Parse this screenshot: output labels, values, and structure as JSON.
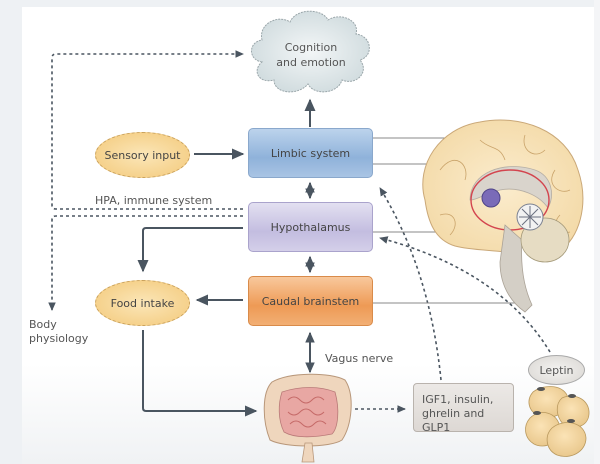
{
  "diagram": {
    "nodes": {
      "cognition": {
        "line1": "Cognition",
        "line2": "and emotion"
      },
      "sensory_input": "Sensory input",
      "limbic_system": "Limbic system",
      "hypothalamus": "Hypothalamus",
      "caudal_brainstem": "Caudal brainstem",
      "food_intake": "Food intake",
      "hormones": {
        "line1": "IGF1, insulin,",
        "line2": "ghrelin and GLP1"
      },
      "leptin": "Leptin"
    },
    "labels": {
      "hpa": "HPA, immune system",
      "body_physiology_1": "Body",
      "body_physiology_2": "physiology",
      "vagus_nerve": "Vagus nerve"
    },
    "colors": {
      "limbic": "#8fb2da",
      "hypothalamus": "#c3bde0",
      "caudal_brainstem": "#ee9a55",
      "ellipse": "#f3c97a",
      "arrow": "#4a5560"
    }
  }
}
